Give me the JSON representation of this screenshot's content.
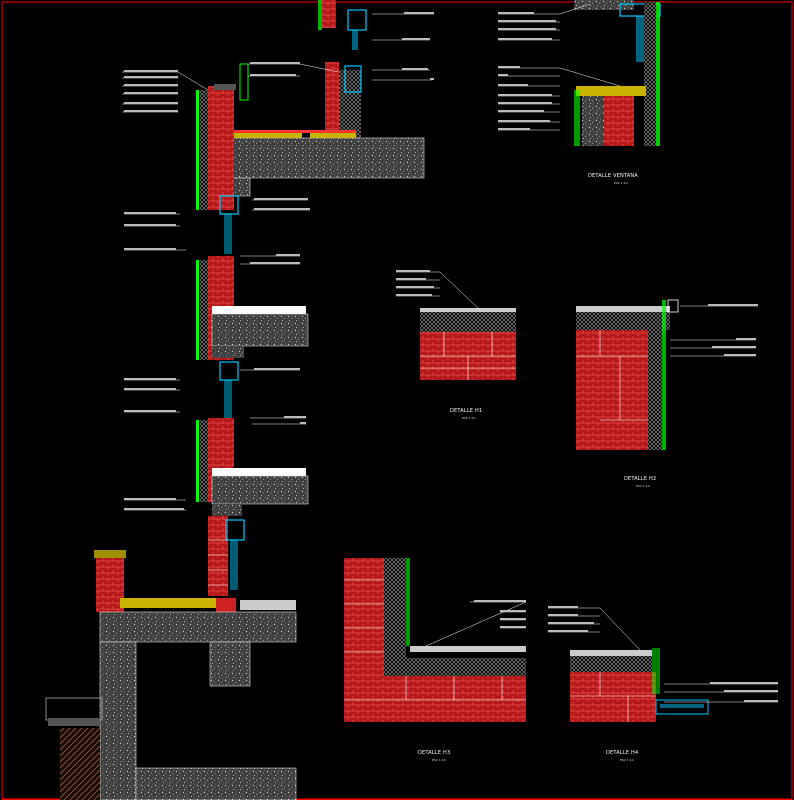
{
  "drawing": {
    "colors": {
      "background": "#000000",
      "frame": "#ff0000",
      "brick": "#cc2222",
      "concrete": "#9a9a9a",
      "insulation": "#ffffff",
      "glazing": "#00c8ff",
      "membrane": "#00ff00",
      "finish": "#ff33ff",
      "leader": "#ffffff",
      "gold": "#c8b400"
    },
    "titles": {
      "window": "DETALLE VENTANA",
      "h1": "DETALLE H1",
      "h2": "DETALLE H2",
      "h3": "DETALLE H3",
      "h4": "DETALLE H4"
    },
    "scales": {
      "window": "ESC 1:10",
      "h1": "ESC 1:10",
      "h2": "ESC 1:10",
      "h3": "ESC 1:10",
      "h4": "ESC 1:10"
    }
  }
}
